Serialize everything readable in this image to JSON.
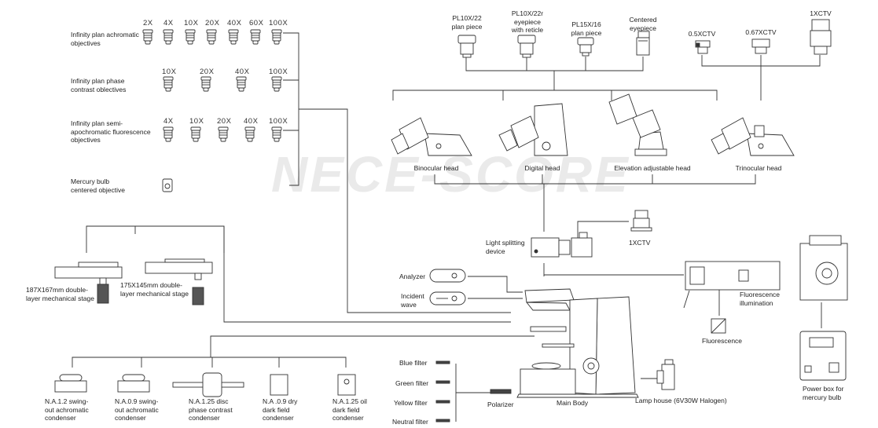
{
  "watermark": "NECE-SCORE",
  "objectives": {
    "achromatic": {
      "label": "Infinity plan achromatic\nobjectives",
      "mags": [
        "2X",
        "4X",
        "10X",
        "20X",
        "40X",
        "60X",
        "100X"
      ]
    },
    "phase": {
      "label": "Infinity plan phase\ncontrast oblectives",
      "mags": [
        "10X",
        "20X",
        "40X",
        "100X"
      ]
    },
    "semi_apo": {
      "label": "Infinity plan semi-\napochromatic fluorescence\nobjectives",
      "mags": [
        "4X",
        "10X",
        "20X",
        "40X",
        "100X"
      ]
    },
    "mercury": {
      "label": "Mercury bulb\ncentered objective"
    }
  },
  "eyepieces": {
    "items": [
      "PL10X/22\nplan piece",
      "PL10X/22r\neyepiece\nwith reticle",
      "PL15X/16\nplan piece",
      "Centered\neyepiece"
    ]
  },
  "ctv_adapters": {
    "items": [
      "0.5XCTV",
      "0.67XCTV",
      "1XCTV"
    ]
  },
  "heads": {
    "items": [
      "Binocular head",
      "Digital head",
      "Elevation adjustable head",
      "Trinocular head"
    ]
  },
  "light_splitting": {
    "label": "Light splitting\ndevice",
    "ctv": "1XCTV"
  },
  "stages": {
    "items": [
      "187X167mm double-\nlayer mechanical stage",
      "175X145mm double-\nlayer mechanical stage"
    ]
  },
  "analyzer": "Analyzer",
  "incident_wave": "Incident\nwave",
  "fluorescence_illumination": "Fluorescence\nillumination",
  "fluorescence": "Fluorescence",
  "power_box": "Power box for\nmercury bulb",
  "condensers": {
    "items": [
      "N.A.1.2 swing-\nout achromatic\ncondenser",
      "N.A.0.9 swing-\nout achromatic\ncondenser",
      "N.A.1.25 disc\nphase contrast\ncondenser",
      "N.A .0.9 dry\ndark field\ncondenser",
      "N.A.1.25 oil\ndark field\ncondenser"
    ]
  },
  "filters": {
    "items": [
      "Blue filter",
      "Green filter",
      "Yellow filter",
      "Neutral filter"
    ]
  },
  "polarizer": "Polarizer",
  "main_body": "Main Body",
  "lamp_house": "Lamp house (6V30W Halogen)"
}
